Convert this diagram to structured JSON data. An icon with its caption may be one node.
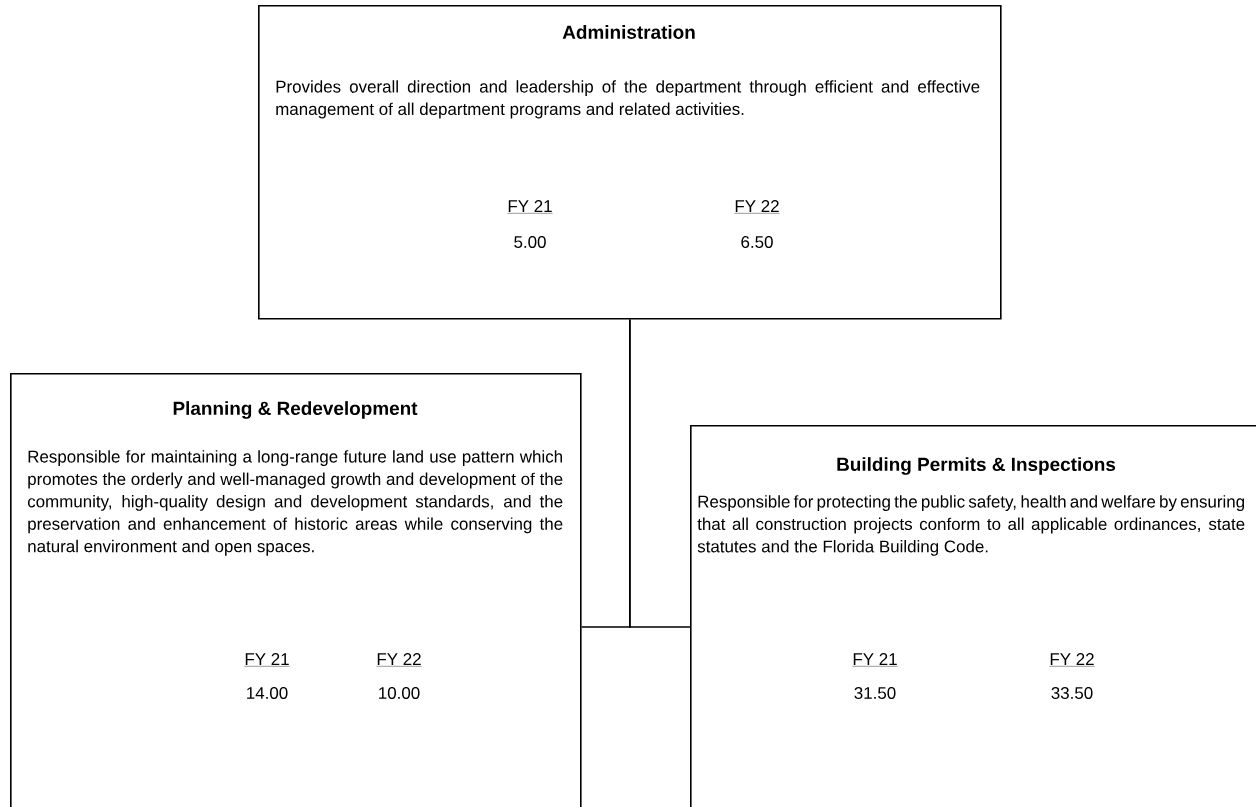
{
  "diagram": {
    "nodes": [
      {
        "text": [
          "Administration",
          "Provides overall direction and leadership of the department through efficient and effective management of all department programs and related activities.",
          "FY 21",
          "FY 22",
          "5.00",
          "6.50"
        ]
      },
      {
        "text": [
          "Planning & Redevelopment",
          "Responsible for maintaining a long-range future land use pattern which promotes the orderly and well-managed growth and development of the community, high-quality design and development standards, and the preservation and enhancement of historic areas while conserving the natural environment and open spaces.",
          "FY 21",
          "FY 22",
          "14.00",
          "10.00"
        ]
      },
      {
        "text": [
          "Building Permits & Inspections",
          "Responsible for protecting the public safety, health and welfare by ensuring that all construction projects conform to all applicable ordinances, state statutes and the Florida Building Code.",
          "FY 21",
          "FY 22",
          "31.50",
          "33.50"
        ]
      }
    ],
    "edges": [
      {
        "from": 0,
        "to": 1,
        "arrow": "none"
      },
      {
        "from": 0,
        "to": 2,
        "arrow": "none"
      }
    ]
  }
}
